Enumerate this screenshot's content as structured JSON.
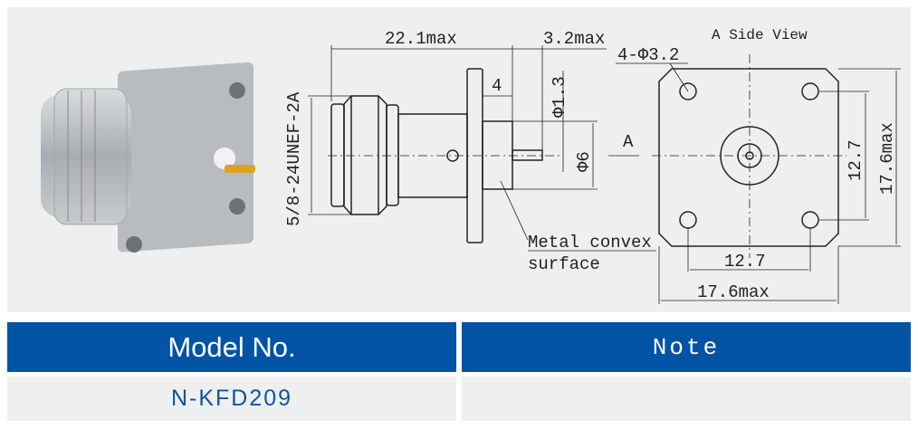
{
  "drawing": {
    "overall_length": "22.1max",
    "pin_length": "3.2max",
    "flange_offset": "4",
    "pin_diameter": "Φ1.3",
    "body_diameter": "Φ6",
    "thread": "5/8-24UNEF-2A",
    "view_arrow": "A",
    "callout_line1": "Metal convex",
    "callout_line2": "surface",
    "side_view_title": "A Side View",
    "holes": "4-Φ3.2",
    "hole_spacing_h": "12.7",
    "hole_spacing_v": "12.7",
    "flange_width": "17.6max",
    "flange_height": "17.6max"
  },
  "table": {
    "headers": [
      "Model No.",
      "Note"
    ],
    "rows": [
      [
        "N-KFD209",
        ""
      ]
    ]
  },
  "colors": {
    "header_bg": "#0053a5",
    "row_bg": "#eef0ef",
    "model_text": "#0d55a3"
  }
}
